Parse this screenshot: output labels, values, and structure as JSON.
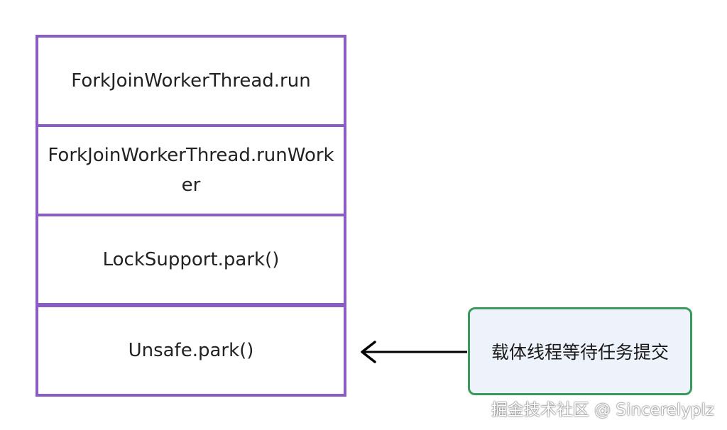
{
  "stack": {
    "frames": [
      "ForkJoinWorkerThread.run",
      "ForkJoinWorkerThread.runWorker",
      "LockSupport.park()",
      "Unsafe.park()"
    ]
  },
  "note": {
    "text": "载体线程等待任务提交"
  },
  "watermark": {
    "text": "掘金技术社区 @ Sincerelyplz"
  },
  "colors": {
    "frame_border": "#8a5cc5",
    "note_border": "#3a9a5c",
    "note_fill": "#eef2fb",
    "arrow": "#000000"
  }
}
